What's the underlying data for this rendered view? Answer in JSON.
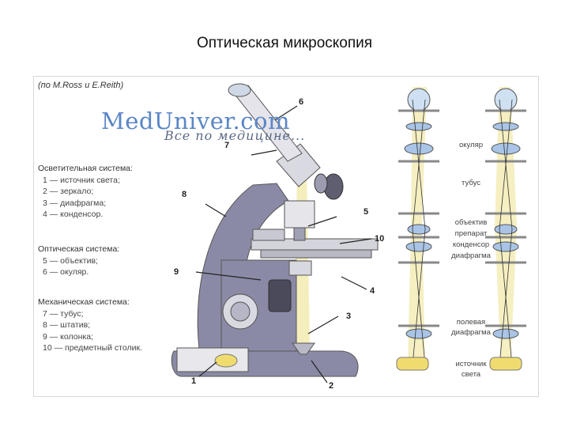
{
  "title": "Оптическая микроскопия",
  "credit": "(по M.Ross и E.Reith)",
  "watermark": {
    "main": "MedUniver.com",
    "sub": "Все по медицине..."
  },
  "legend": {
    "groups": [
      {
        "heading": "Осветительная система:",
        "items": [
          "1 — источник света;",
          "2 — зеркало;",
          "3 — диафрагма;",
          "4 — конденсор."
        ]
      },
      {
        "heading": "Оптическая система:",
        "items": [
          "5 — объектив;",
          "6 — окуляр."
        ]
      },
      {
        "heading": "Механическая система:",
        "items": [
          "7 — тубус;",
          "8 — штатив;",
          "9 — колонка;",
          "10 — предметный столик."
        ]
      }
    ]
  },
  "part_numbers": [
    "1",
    "2",
    "3",
    "4",
    "5",
    "6",
    "7",
    "8",
    "9",
    "10"
  ],
  "optical_labels": {
    "eyepiece": "окуляр",
    "tube": "тубус",
    "objective": "объектив",
    "specimen": "препарат",
    "condenser": "конденсор",
    "diaphragm": "диафрагма",
    "field_diaphragm_1": "полевая",
    "field_diaphragm_2": "диафрагма",
    "light_source_1": "источник",
    "light_source_2": "света"
  },
  "colors": {
    "stand": "#8b8aa6",
    "stand_dark": "#6f6e8c",
    "light_beam": "#f3ecb6",
    "lens": "#a9c4e6",
    "lamp": "#f0dc6e"
  }
}
